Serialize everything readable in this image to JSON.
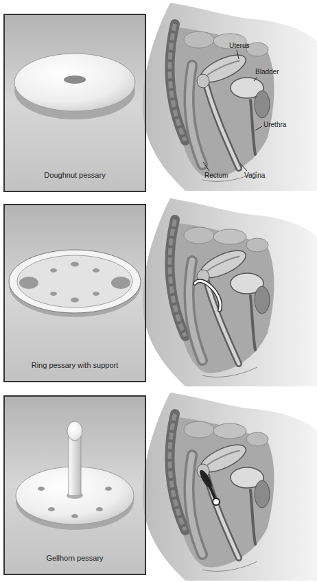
{
  "diagram": {
    "nodes": [
      {
        "text": [
          "Doughnut pessary"
        ]
      },
      {
        "text": [
          "Ring pessary with support"
        ]
      },
      {
        "text": [
          "Gellhorn pessary"
        ]
      }
    ],
    "labels": [
      "Uterus",
      "Bladder",
      "Urethra",
      "Rectum",
      "Vagina"
    ]
  }
}
